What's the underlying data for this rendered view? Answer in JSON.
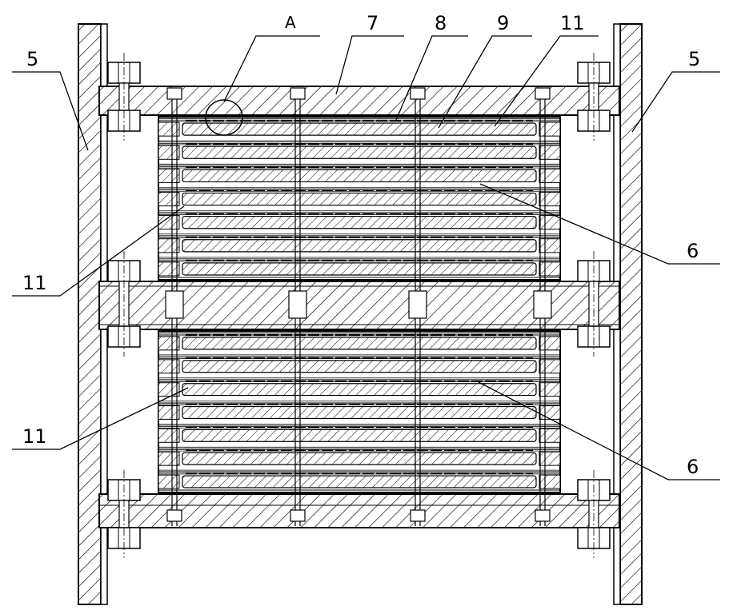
{
  "callouts": {
    "detail": "A",
    "part_7": "7",
    "part_8": "8",
    "part_9": "9",
    "part_11_top": "11",
    "part_5_left": "5",
    "part_5_right": "5",
    "part_6_upper": "6",
    "part_6_lower": "6",
    "part_11_mid": "11",
    "part_11_low": "11"
  },
  "colors": {
    "line": "#000000",
    "background": "#ffffff"
  }
}
